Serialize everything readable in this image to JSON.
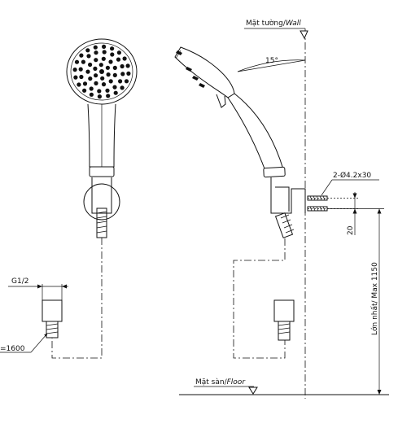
{
  "labels": {
    "wall_vi": "Mặt tường/",
    "wall_en": "Wall",
    "floor_vi": "Mặt sàn/",
    "floor_en": "Floor",
    "angle": "15°",
    "screw": "2-Ø4.2x30",
    "spacing": "20",
    "height": "Lớn nhất/ Max 1150",
    "thread": "G1/2",
    "hose": "=1600"
  }
}
